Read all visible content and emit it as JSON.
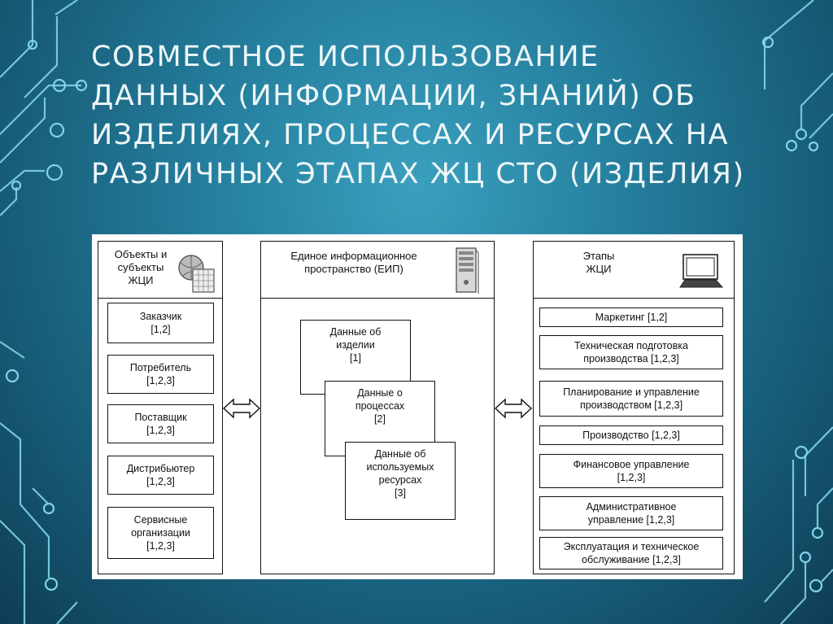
{
  "title": {
    "line1": "Совместное использование",
    "line2": "данных (информации, знаний) об",
    "line3": "изделиях, процессах и ресурсах на",
    "line4": "различных этапах ЖЦ СТО (изделия)"
  },
  "diagram": {
    "left": {
      "header_line1": "Объекты и",
      "header_line2": "субъекты",
      "header_line3": "ЖЦИ",
      "icon": "globe-calendar-icon",
      "items": [
        {
          "line1": "Заказчик",
          "line2": "[1,2]"
        },
        {
          "line1": "Потребитель",
          "line2": "[1,2,3]"
        },
        {
          "line1": "Поставщик",
          "line2": "[1,2,3]"
        },
        {
          "line1": "Дистрибьютер",
          "line2": "[1,2,3]"
        },
        {
          "line1": "Сервисные",
          "line2": "организации",
          "line3": "[1,2,3]"
        }
      ]
    },
    "center": {
      "header_line1": "Единое информационное",
      "header_line2": "пространство (ЕИП)",
      "icon": "server-icon",
      "items": [
        {
          "line1": "Данные об",
          "line2": "изделии",
          "line3": "[1]"
        },
        {
          "line1": "Данные о",
          "line2": "процессах",
          "line3": "[2]"
        },
        {
          "line1": "Данные об",
          "line2": "используемых",
          "line3": "ресурсах",
          "line4": "[3]"
        }
      ]
    },
    "right": {
      "header_line1": "Этапы",
      "header_line2": "ЖЦИ",
      "icon": "laptop-icon",
      "items": [
        {
          "line1": "Маркетинг [1,2]"
        },
        {
          "line1": "Техническая подготовка",
          "line2": "производства [1,2,3]"
        },
        {
          "line1": "Планирование и управление",
          "line2": "производством [1,2,3]"
        },
        {
          "line1": "Производство [1,2,3]"
        },
        {
          "line1": "Финансовое управление",
          "line2": "[1,2,3]"
        },
        {
          "line1": "Административное",
          "line2": "управление [1,2,3]"
        },
        {
          "line1": "Эксплуатация и техническое",
          "line2": "обслуживание [1,2,3]"
        }
      ]
    },
    "arrows": [
      "double-arrow-icon",
      "double-arrow-icon"
    ]
  },
  "colors": {
    "background_center": "#3aa0be",
    "background_edge": "#0e3d55",
    "circuit": "#7fd3e6",
    "title": "#eef6f8"
  }
}
